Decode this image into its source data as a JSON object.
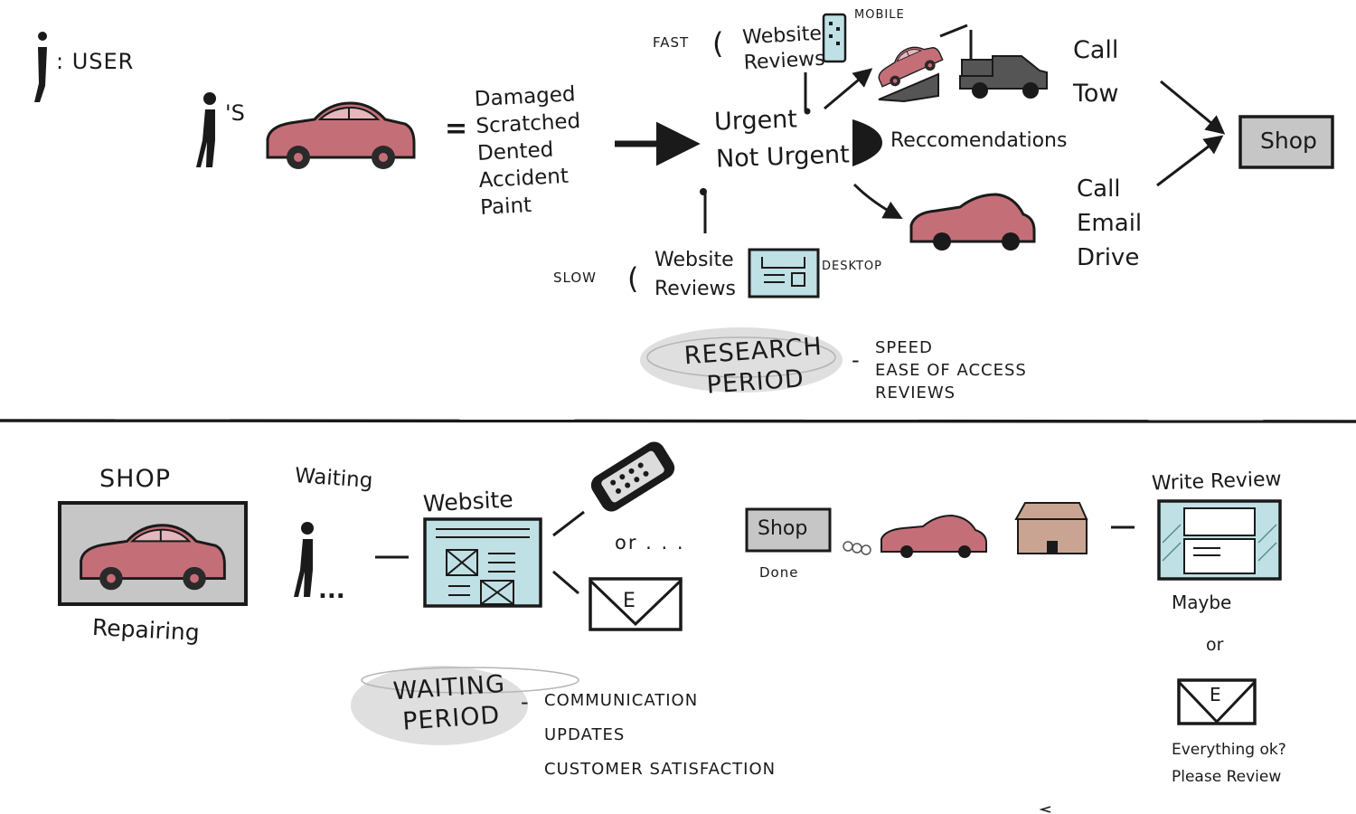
{
  "colors": {
    "ink": "#1a1a1a",
    "car": "#c46f78",
    "screen": "#bfe0e4",
    "box_grey": "#c6c6c6",
    "house": "#caa493",
    "highlight": "#d6d6d6"
  },
  "legend": {
    "label": ": USER"
  },
  "research": {
    "possessive": "'S",
    "equals": "=",
    "issues": [
      "Damaged",
      "Scratched",
      "Dented",
      "Accident",
      "Paint"
    ],
    "urgent": "Urgent",
    "not_urgent": "Not Urgent",
    "recommendations": "Reccomendations",
    "fast_label": "FAST",
    "mobile_lines": [
      "Website",
      "Reviews"
    ],
    "mobile_label": "MOBILE",
    "slow_label": "SLOW",
    "desktop_lines": [
      "Website",
      "Reviews"
    ],
    "desktop_label": "DESKTOP",
    "call_tow": [
      "Call",
      "Tow"
    ],
    "call_email_drive": [
      "Call",
      "Email",
      "Drive"
    ],
    "shop": "Shop",
    "period_title": [
      "RESEARCH",
      "PERIOD"
    ],
    "period_dash": "-",
    "period_points": [
      "SPEED",
      "EASE OF ACCESS",
      "REVIEWS"
    ]
  },
  "waiting": {
    "shop_title": "SHOP",
    "repairing": "Repairing",
    "waiting_label": "Waiting",
    "ellipsis": "...",
    "website": "Website",
    "or_dots": "or . . .",
    "email_letter": "E",
    "shop_box": "Shop",
    "done": "Done",
    "write_review": "Write Review",
    "maybe": "Maybe",
    "or": "or",
    "review_email_letter": "E",
    "review_prompt": [
      "Everything ok?",
      "Please Review"
    ],
    "period_title": [
      "WAITING",
      "PERIOD"
    ],
    "period_dash": "-",
    "period_points": [
      "COMMUNICATION",
      "UPDATES",
      "CUSTOMER SATISFACTION"
    ]
  }
}
